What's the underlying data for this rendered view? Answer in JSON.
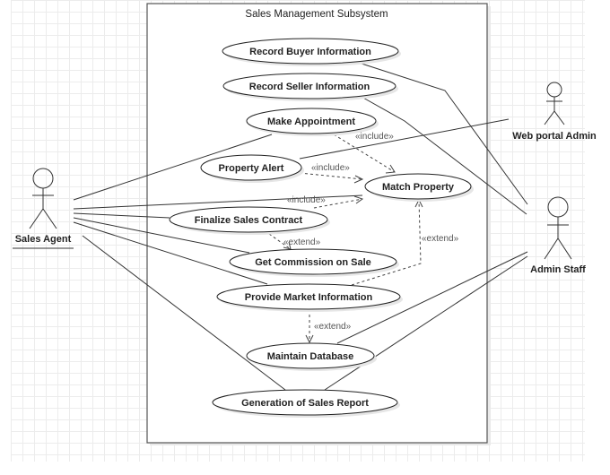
{
  "diagram": {
    "type": "UML use case diagram",
    "system_boundary": {
      "title": "Sales Management Subsystem"
    },
    "actors": [
      {
        "id": "sales_agent",
        "label": "Sales Agent"
      },
      {
        "id": "web_portal_admin",
        "label": "Web portal Admin"
      },
      {
        "id": "admin_staff",
        "label": "Admin Staff"
      }
    ],
    "use_cases": [
      {
        "id": "record_buyer",
        "label": "Record Buyer Information"
      },
      {
        "id": "record_seller",
        "label": "Record Seller Information"
      },
      {
        "id": "make_appointment",
        "label": "Make Appointment"
      },
      {
        "id": "property_alert",
        "label": "Property Alert"
      },
      {
        "id": "match_property",
        "label": "Match Property"
      },
      {
        "id": "finalize_contract",
        "label": "Finalize Sales Contract"
      },
      {
        "id": "get_commission",
        "label": "Get Commission on Sale"
      },
      {
        "id": "provide_market_info",
        "label": "Provide Market Information"
      },
      {
        "id": "maintain_database",
        "label": "Maintain Database"
      },
      {
        "id": "generate_report",
        "label": "Generation of Sales Report"
      }
    ],
    "relationships": [
      {
        "from": "make_appointment",
        "to": "match_property",
        "type": "include",
        "label": "«include»"
      },
      {
        "from": "property_alert",
        "to": "match_property",
        "type": "include",
        "label": "«include»"
      },
      {
        "from": "finalize_contract",
        "to": "match_property",
        "type": "include",
        "label": "«include»"
      },
      {
        "from": "finalize_contract",
        "to": "get_commission",
        "type": "extend",
        "label": "«extend»"
      },
      {
        "from": "provide_market_info",
        "to": "match_property",
        "type": "extend",
        "label": "«extend»"
      },
      {
        "from": "provide_market_info",
        "to": "maintain_database",
        "type": "extend",
        "label": "«extend»"
      }
    ],
    "associations": [
      {
        "actor": "sales_agent",
        "use_case": "make_appointment"
      },
      {
        "actor": "sales_agent",
        "use_case": "match_property"
      },
      {
        "actor": "sales_agent",
        "use_case": "finalize_contract"
      },
      {
        "actor": "sales_agent",
        "use_case": "get_commission"
      },
      {
        "actor": "sales_agent",
        "use_case": "provide_market_info"
      },
      {
        "actor": "sales_agent",
        "use_case": "generate_report"
      },
      {
        "actor": "web_portal_admin",
        "use_case": "property_alert"
      },
      {
        "actor": "admin_staff",
        "use_case": "record_buyer"
      },
      {
        "actor": "admin_staff",
        "use_case": "record_seller"
      },
      {
        "actor": "admin_staff",
        "use_case": "maintain_database"
      },
      {
        "actor": "admin_staff",
        "use_case": "generate_report"
      }
    ]
  }
}
